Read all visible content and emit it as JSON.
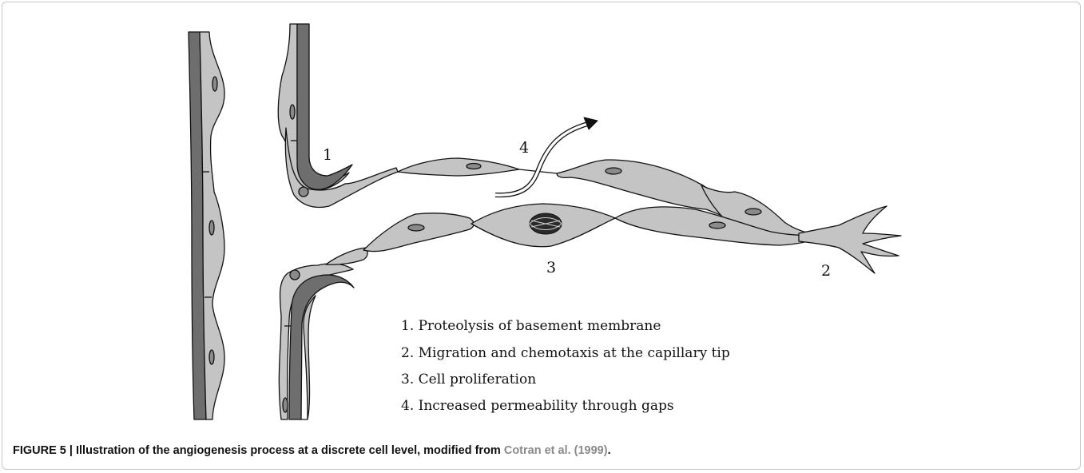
{
  "diagram": {
    "markers": [
      "1",
      "2",
      "3",
      "4"
    ],
    "legend": [
      "1. Proteolysis of basement membrane",
      "2. Migration and chemotaxis at the capillary tip",
      "3. Cell proliferation",
      "4. Increased permeability through gaps"
    ]
  },
  "caption": {
    "label": "FIGURE 5 | ",
    "text": "Illustration of the angiogenesis process at a discrete cell level, modified from ",
    "citation": "Cotran et al. (1999)",
    "end": "."
  },
  "colors": {
    "cell_fill": "#c4c4c4",
    "membrane_fill": "#6e6e6e",
    "outline": "#111111"
  }
}
